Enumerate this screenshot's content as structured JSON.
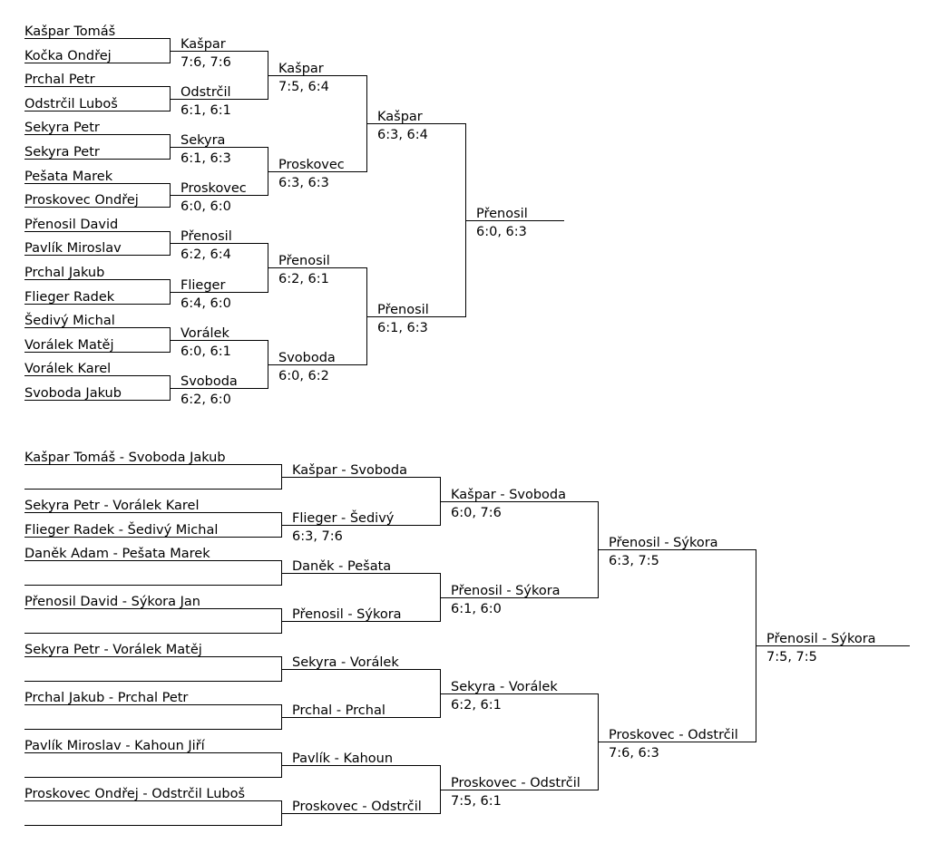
{
  "singles": {
    "round1": [
      "Kašpar Tomáš",
      "Kočka Ondřej",
      "Prchal Petr",
      "Odstrčil Luboš",
      "Sekyra Petr",
      "Sekyra Petr",
      "Pešata Marek",
      "Proskovec Ondřej",
      "Přenosil David",
      "Pavlík Miroslav",
      "Prchal Jakub",
      "Flieger Radek",
      "Šedivý Michal",
      "Vorálek Matěj",
      "Vorálek Karel",
      "Svoboda Jakub"
    ],
    "round2": [
      {
        "winner": "Kašpar",
        "score": "7:6, 7:6"
      },
      {
        "winner": "Odstrčil",
        "score": "6:1, 6:1"
      },
      {
        "winner": "Sekyra",
        "score": "6:1, 6:3"
      },
      {
        "winner": "Proskovec",
        "score": "6:0, 6:0"
      },
      {
        "winner": "Přenosil",
        "score": "6:2, 6:4"
      },
      {
        "winner": "Flieger",
        "score": "6:4, 6:0"
      },
      {
        "winner": "Vorálek",
        "score": "6:0, 6:1"
      },
      {
        "winner": "Svoboda",
        "score": "6:2, 6:0"
      }
    ],
    "round3": [
      {
        "winner": "Kašpar",
        "score": "7:5, 6:4"
      },
      {
        "winner": "Proskovec",
        "score": "6:3, 6:3"
      },
      {
        "winner": "Přenosil",
        "score": "6:2, 6:1"
      },
      {
        "winner": "Svoboda",
        "score": "6:0, 6:2"
      }
    ],
    "round4": [
      {
        "winner": "Kašpar",
        "score": "6:3, 6:4"
      },
      {
        "winner": "Přenosil",
        "score": "6:1, 6:3"
      }
    ],
    "final": {
      "winner": "Přenosil",
      "score": "6:0, 6:3"
    }
  },
  "doubles": {
    "round1": [
      "Kašpar Tomáš - Svoboda Jakub",
      "",
      "Sekyra Petr - Vorálek Karel",
      "Flieger Radek - Šedivý Michal",
      "Daněk Adam - Pešata Marek",
      "",
      "Přenosil David - Sýkora Jan",
      "",
      "Sekyra Petr - Vorálek Matěj",
      "",
      "Prchal Jakub - Prchal Petr",
      "",
      "Pavlík Miroslav - Kahoun Jiří",
      "",
      "Proskovec Ondřej - Odstrčil Luboš",
      ""
    ],
    "round2": [
      {
        "winner": "Kašpar - Svoboda",
        "score": ""
      },
      {
        "winner": "Flieger - Šedivý",
        "score": "6:3, 7:6"
      },
      {
        "winner": "Daněk - Pešata",
        "score": ""
      },
      {
        "winner": "Přenosil - Sýkora",
        "score": ""
      },
      {
        "winner": "Sekyra - Vorálek",
        "score": ""
      },
      {
        "winner": "Prchal - Prchal",
        "score": ""
      },
      {
        "winner": "Pavlík - Kahoun",
        "score": ""
      },
      {
        "winner": "Proskovec - Odstrčil",
        "score": ""
      }
    ],
    "round3": [
      {
        "winner": "Kašpar - Svoboda",
        "score": "6:0, 7:6"
      },
      {
        "winner": "Přenosil - Sýkora",
        "score": "6:1, 6:0"
      },
      {
        "winner": "Sekyra - Vorálek",
        "score": "6:2, 6:1"
      },
      {
        "winner": "Proskovec - Odstrčil",
        "score": "7:5, 6:1"
      }
    ],
    "round4": [
      {
        "winner": "Přenosil - Sýkora",
        "score": "6:3, 7:5"
      },
      {
        "winner": "Proskovec - Odstrčil",
        "score": "7:6, 6:3"
      }
    ],
    "final": {
      "winner": "Přenosil - Sýkora",
      "score": "7:5, 7:5"
    }
  }
}
